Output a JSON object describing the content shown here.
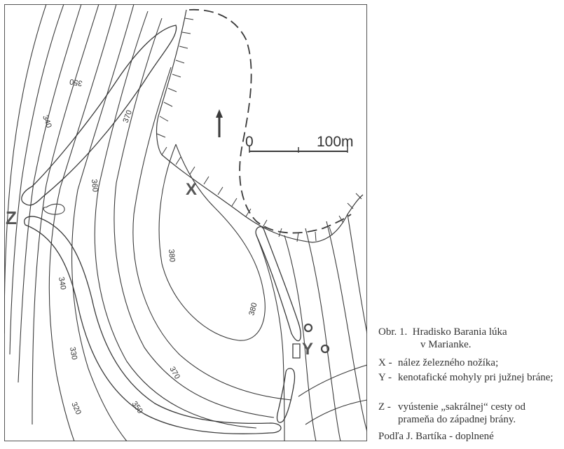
{
  "map": {
    "contour_labels": [
      "340",
      "350",
      "360",
      "370",
      "380",
      "380",
      "370",
      "340",
      "330",
      "320",
      "350"
    ],
    "markers": {
      "x": "X",
      "y": "Y",
      "z": "Z"
    },
    "scale": {
      "zero": "0",
      "end": "100m"
    }
  },
  "caption": {
    "title_line1": "Obr. 1.  Hradisko Barania lúka",
    "title_line2": "v Marianke.",
    "legend": [
      {
        "key": "X -",
        "text": "nález železného nožíka;"
      },
      {
        "key": "Y -",
        "text": "kenotafické mohyly pri južnej bráne;"
      },
      {
        "key": "Z -",
        "text": "vyústenie „sakrálnej“ cesty od prameňa do západnej brány."
      }
    ],
    "source": "Podľa J. Bartíka - doplnené"
  }
}
